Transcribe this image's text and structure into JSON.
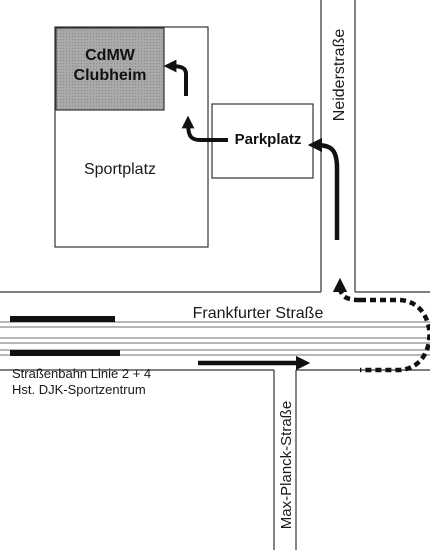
{
  "map": {
    "clubhouse_line1": "CdMW",
    "clubhouse_line2": "Clubheim",
    "sports_field": "Sportplatz",
    "parking": "Parkplatz",
    "street_niederstrasse": "Neiderstraße",
    "street_frankfurter": "Frankfurter Straße",
    "street_max_planck": "Max-Planck-Straße",
    "tram_line": "Straßenbahn Linie 2 + 4",
    "tram_stop": "Hst. DJK-Sportzentrum"
  },
  "colors": {
    "ink": "#111111",
    "clubhouse_fill": "#a9a9a9",
    "track_gray": "#9a9a9a",
    "background": "#ffffff"
  }
}
